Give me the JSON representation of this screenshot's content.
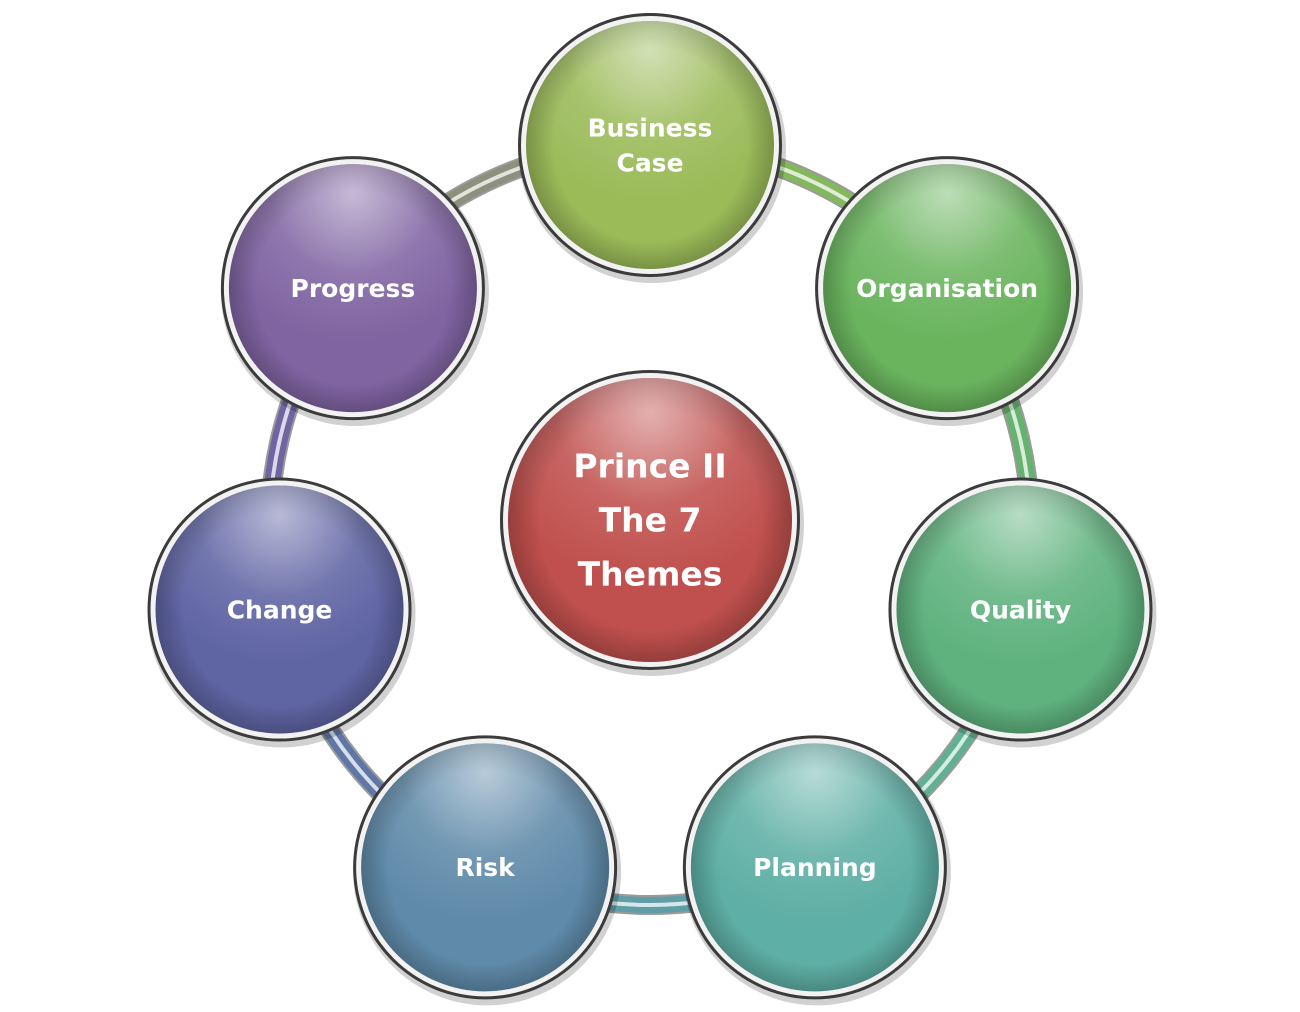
{
  "center": {
    "lines": [
      "Prince II",
      "The 7",
      "Themes"
    ],
    "color": "#c0504d"
  },
  "themes": [
    {
      "lines": [
        "Business",
        "Case"
      ],
      "color": "#9bbb59"
    },
    {
      "lines": [
        "Organisation"
      ],
      "color": "#6ab45e"
    },
    {
      "lines": [
        "Quality"
      ],
      "color": "#5fb27e"
    },
    {
      "lines": [
        "Planning"
      ],
      "color": "#5eafa5"
    },
    {
      "lines": [
        "Risk"
      ],
      "color": "#5f8aa9"
    },
    {
      "lines": [
        "Change"
      ],
      "color": "#5f64a3"
    },
    {
      "lines": [
        "Progress"
      ],
      "color": "#8064a2"
    }
  ]
}
